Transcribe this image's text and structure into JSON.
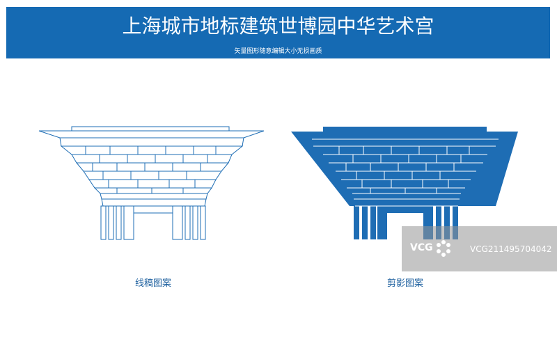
{
  "header": {
    "title": "上海城市地标建筑世博园中华艺术宫",
    "subtitle": "矢量图形随意编辑大小无损画质",
    "background_color": "#156ab3"
  },
  "panels": [
    {
      "caption": "线稿图案",
      "style": "outline",
      "color": "#1e6db4"
    },
    {
      "caption": "剪影图案",
      "style": "silhouette",
      "color": "#1e6db4"
    }
  ],
  "watermark": {
    "logo_text": "VCG",
    "id": "VCG211495704042"
  }
}
